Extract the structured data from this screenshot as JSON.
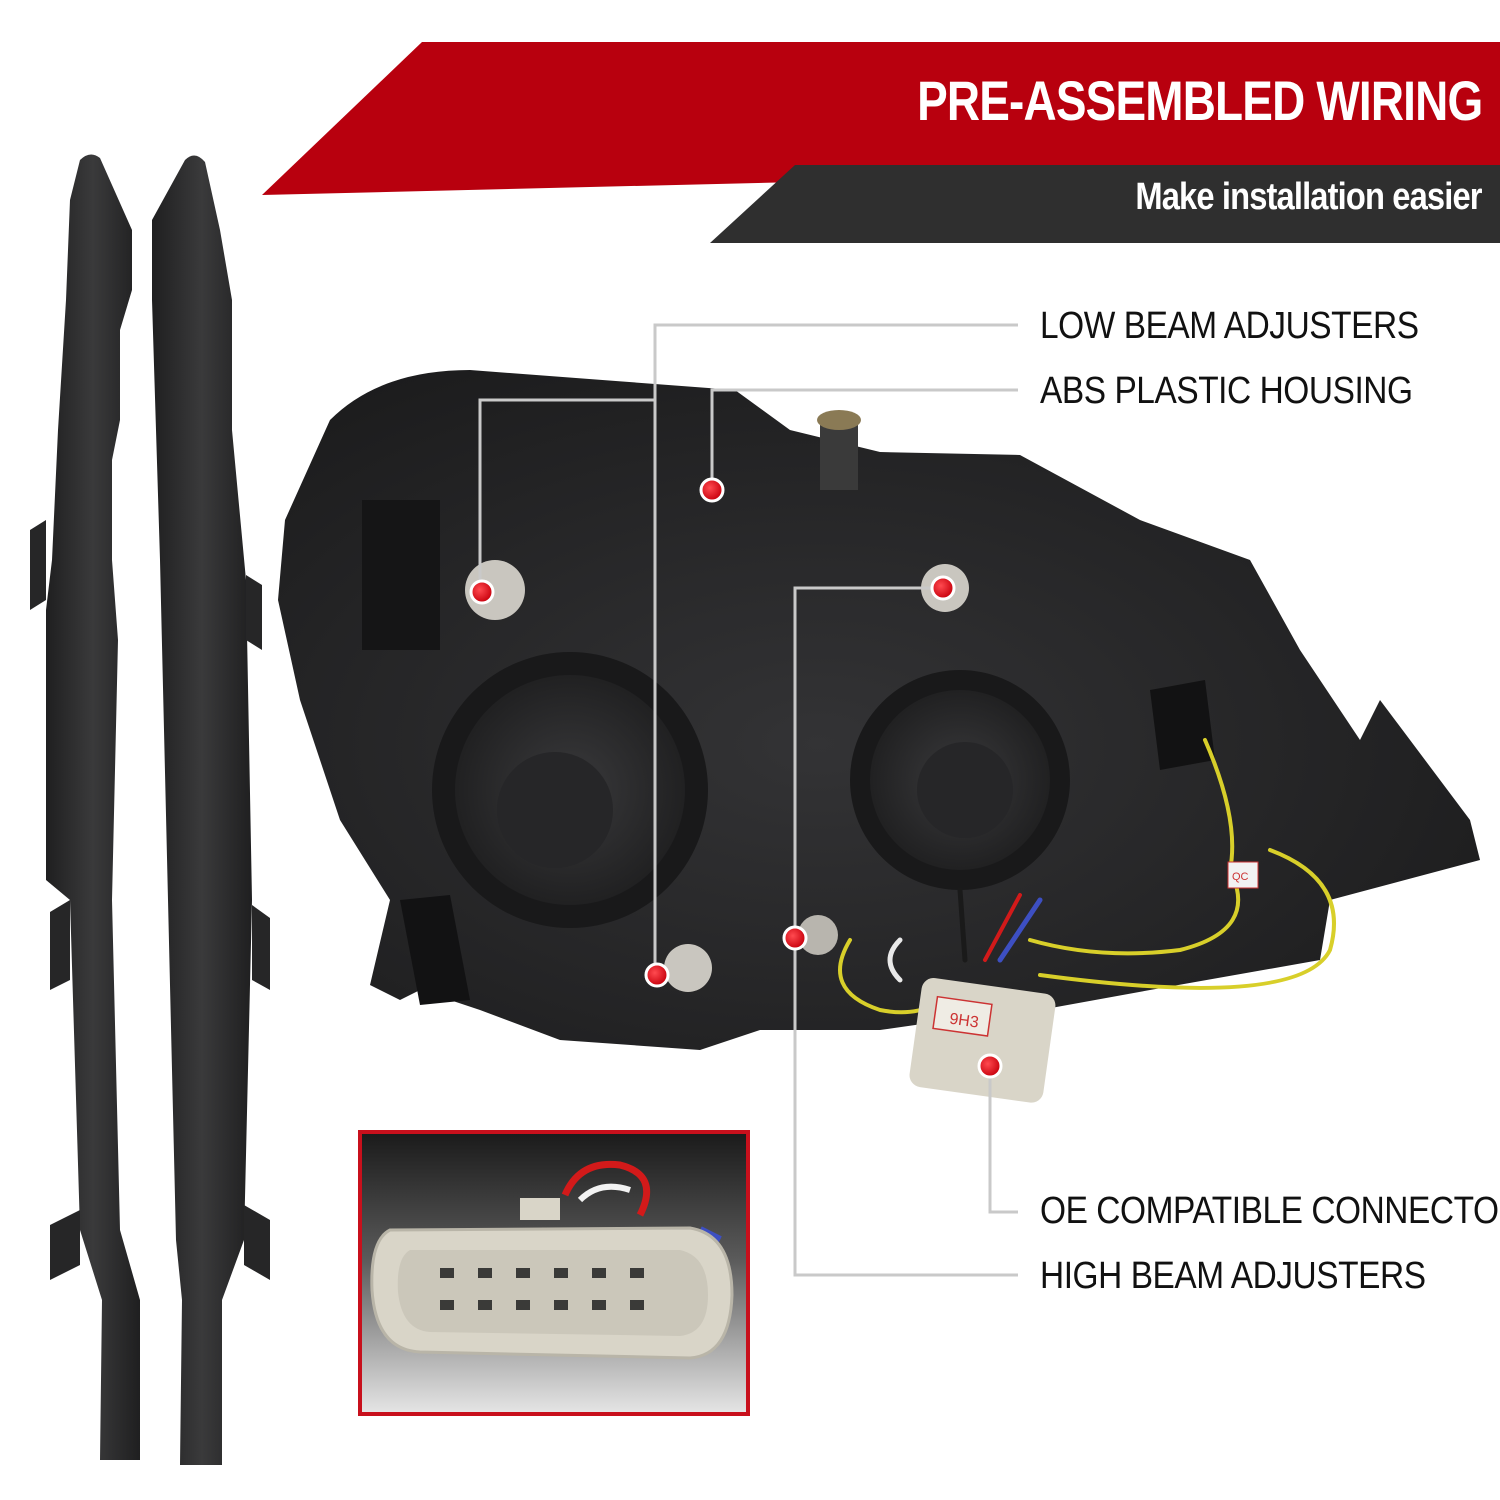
{
  "banner": {
    "title": "PRE-ASSEMBLED WIRING",
    "subtitle": "Make installation easier"
  },
  "callouts": {
    "low_beam": "LOW BEAM ADJUSTERS",
    "abs_housing": "ABS PLASTIC HOUSING",
    "oe_connector": "OE COMPATIBLE CONNECTOR",
    "high_beam": "HIGH BEAM ADJUSTERS"
  },
  "connector_tag": "9H3",
  "qc_sticker": "QC",
  "colors": {
    "banner_red": "#b8000e",
    "banner_dark": "#2f2f2f",
    "housing": "#262627",
    "trim_strip": "#2c2c2d",
    "callout_dot": "#d80a14",
    "leader_line": "#c9c9c9",
    "inset_frame": "#c8101c",
    "connector": "#d9d5c8"
  }
}
